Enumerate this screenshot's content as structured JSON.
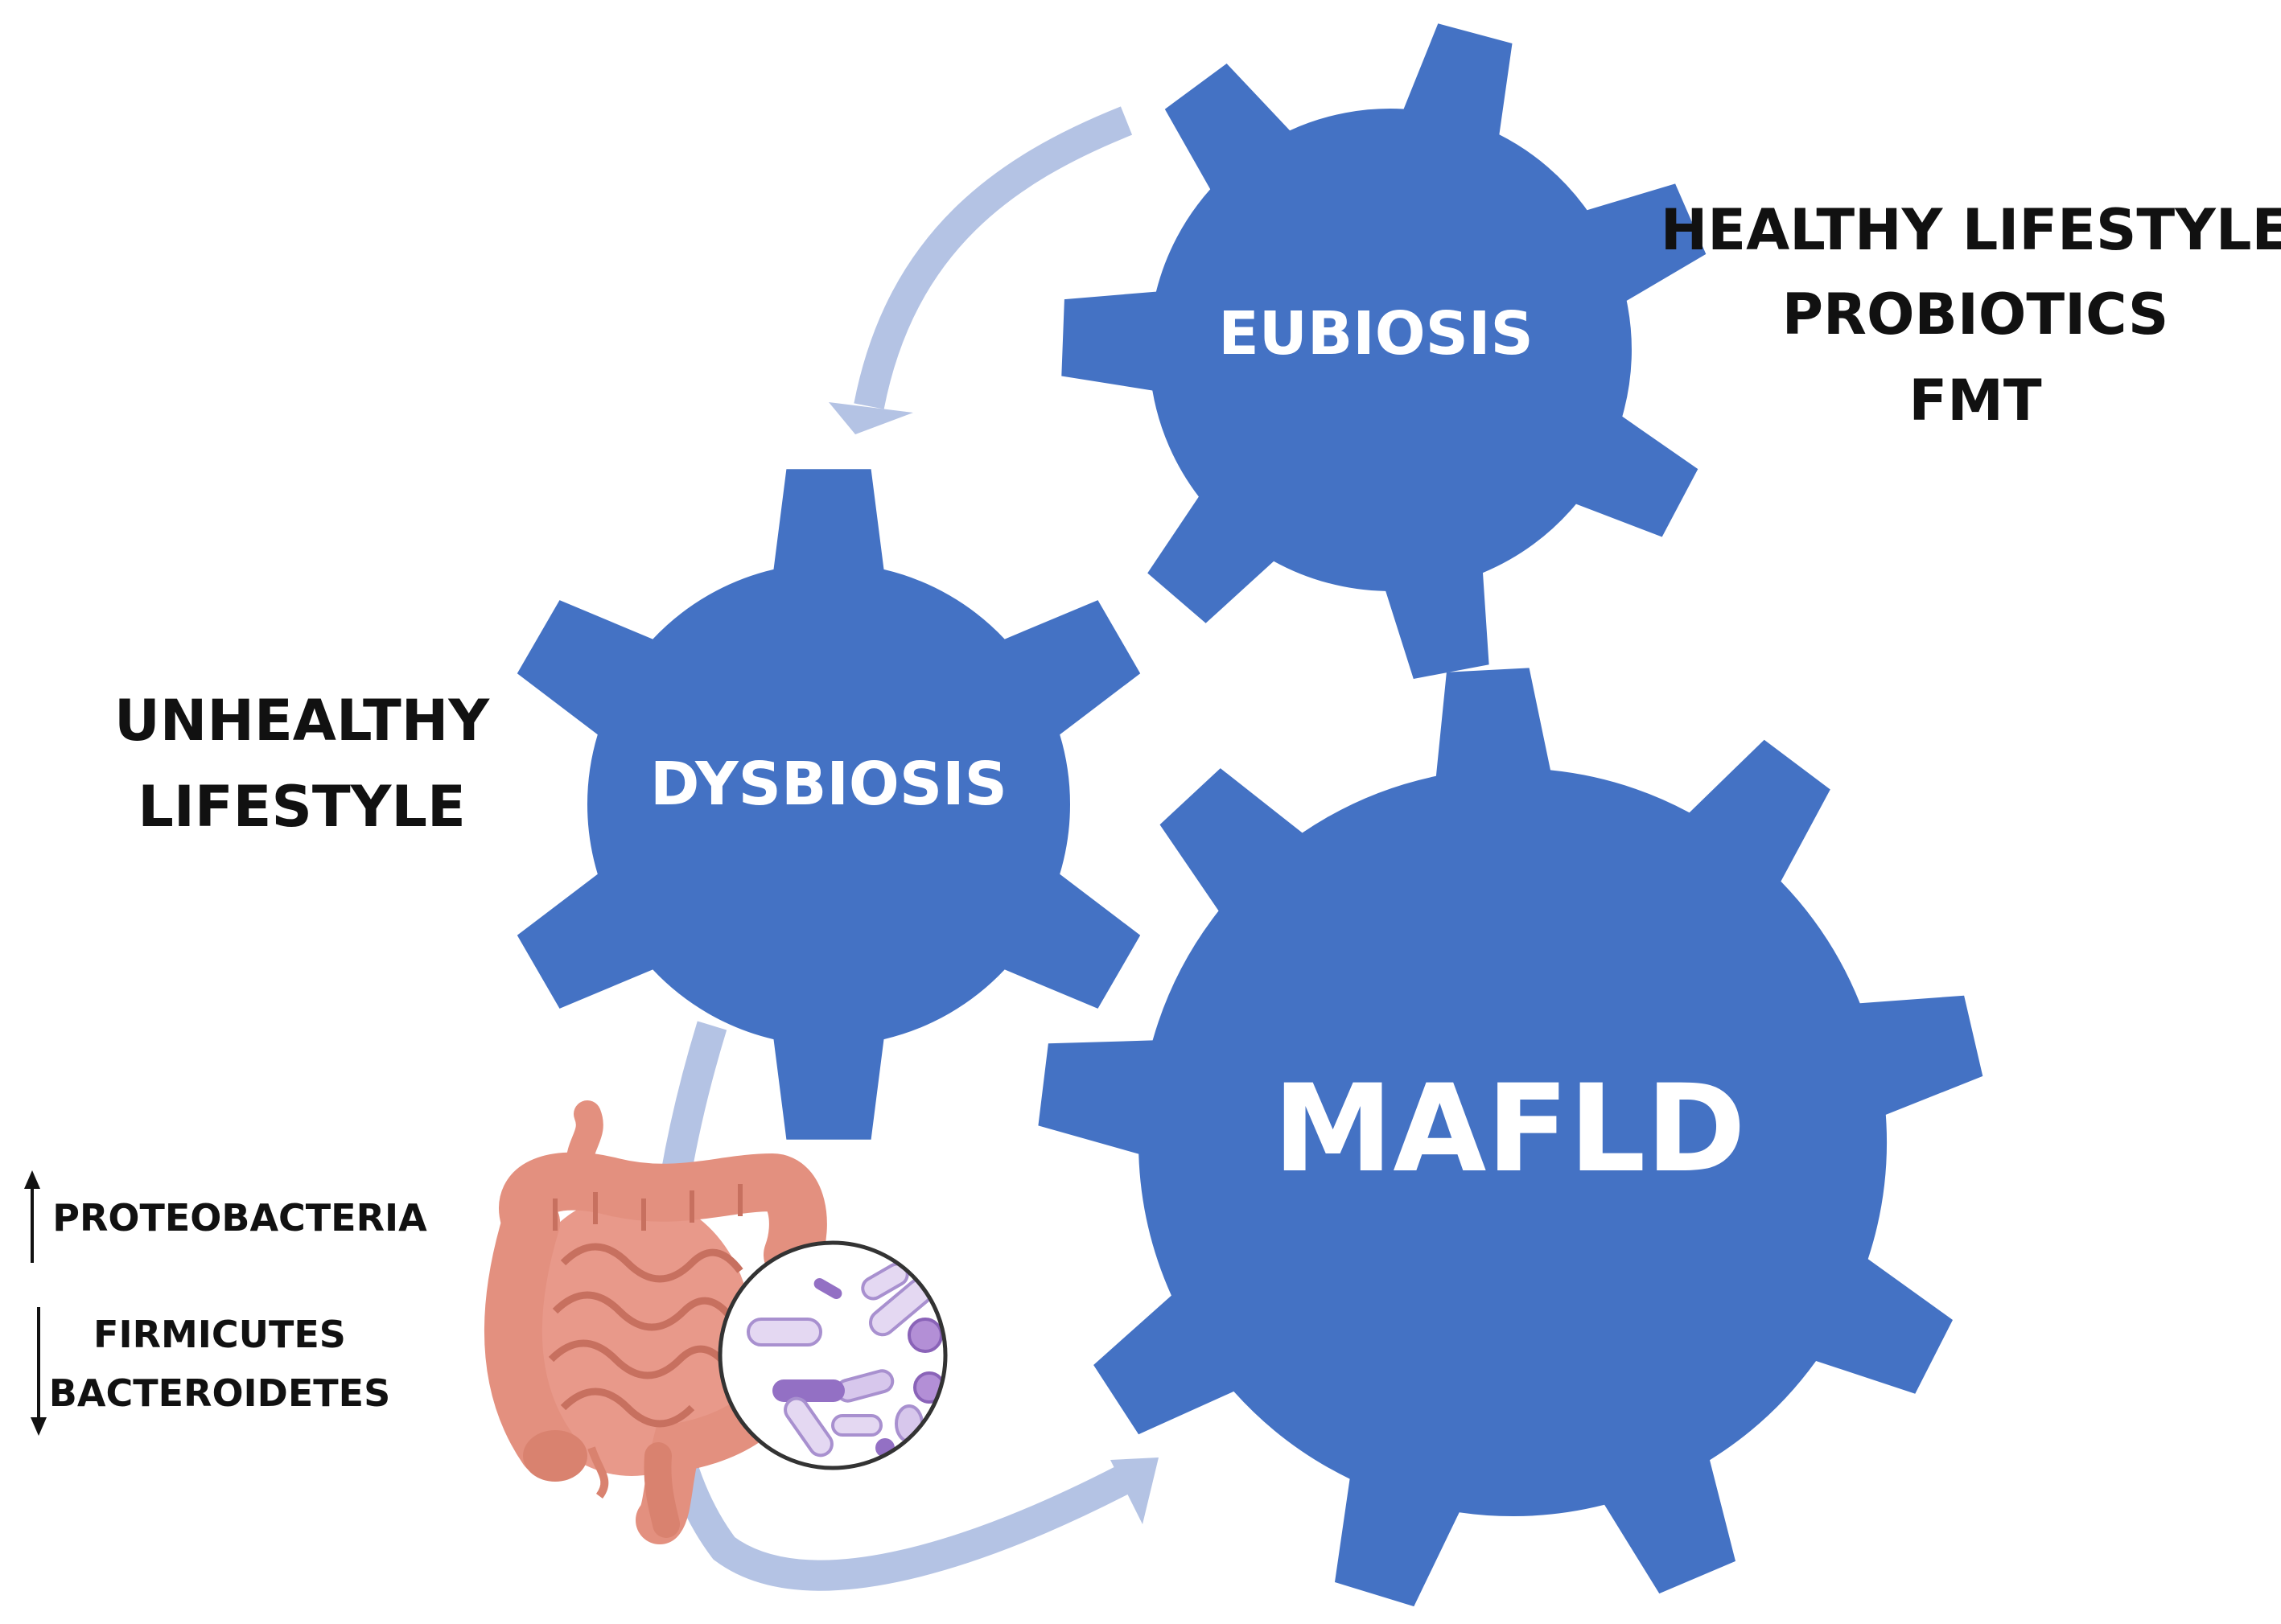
{
  "diagram": {
    "gears": [
      {
        "id": "eubiosis",
        "label": "EUBIOSIS"
      },
      {
        "id": "dysbiosis",
        "label": "DYSBIOSIS"
      },
      {
        "id": "mafld",
        "label": "MAFLD"
      }
    ],
    "healthy_factors": {
      "lines": [
        "HEALTHY LIFESTYLE",
        "PROBIOTICS",
        "FMT"
      ]
    },
    "unhealthy_factors": {
      "lines": [
        "UNHEALTHY",
        "LIFESTYLE"
      ]
    },
    "microbiota_changes": {
      "increased": [
        "PROTEOBACTERIA"
      ],
      "decreased": [
        "FIRMICUTES",
        "BACTEROIDETES"
      ]
    },
    "colors": {
      "gear": "#4472C4",
      "arrow": "#B4C3E4",
      "intestine": "#E8998A",
      "intestine_dark": "#C7705F",
      "bacteria": "#B9A3D9",
      "bacteria_dark": "#9370C4",
      "text": "#111111"
    },
    "icons": [
      "intestine-illustration",
      "bacteria-magnifier-icon",
      "up-arrow-icon",
      "down-arrow-icon"
    ]
  }
}
